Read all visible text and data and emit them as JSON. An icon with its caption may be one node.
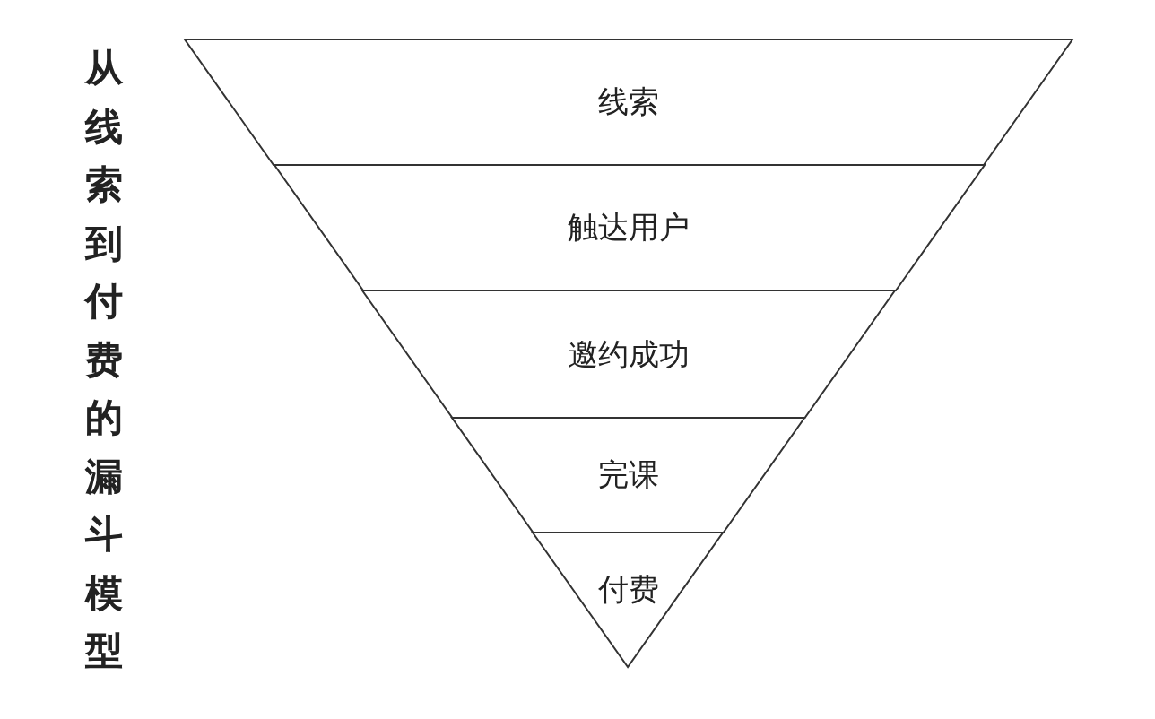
{
  "diagram": {
    "title": "从线索到付费的漏斗模型",
    "nodes": [
      {
        "text": [
          "线索"
        ]
      },
      {
        "text": [
          "触达用户"
        ]
      },
      {
        "text": [
          "邀约成功"
        ]
      },
      {
        "text": [
          "完课"
        ]
      },
      {
        "text": [
          "付费"
        ]
      }
    ]
  }
}
